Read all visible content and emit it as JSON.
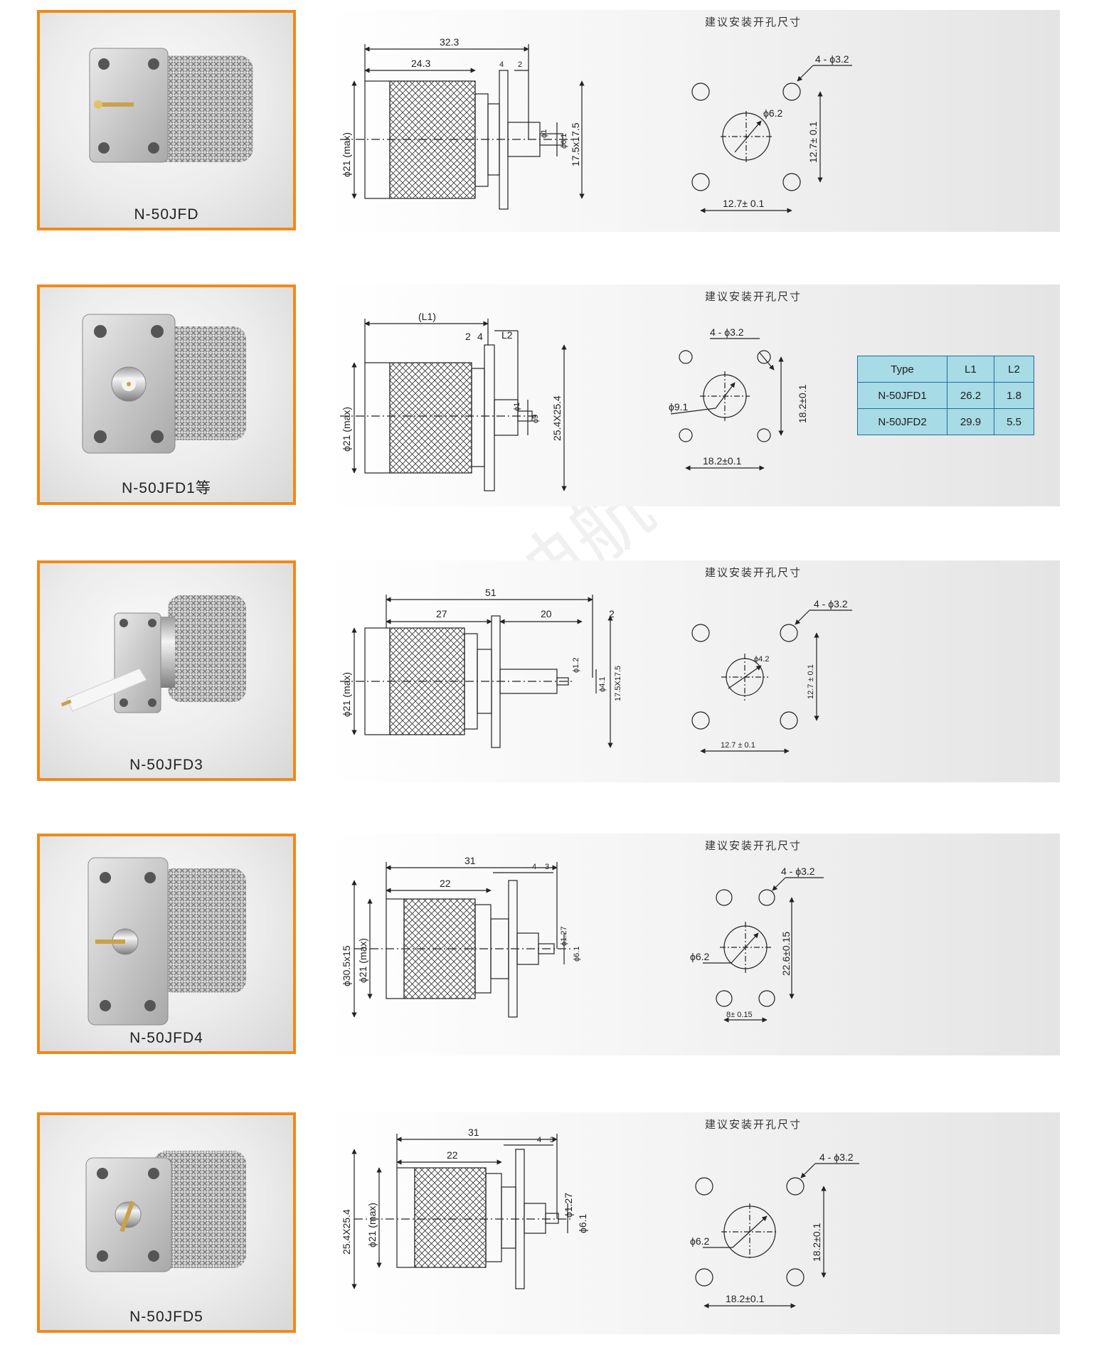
{
  "watermark": "西安迪航电子",
  "hole_title": "建议安装开孔尺寸",
  "products": [
    {
      "model": "N-50JFD",
      "dims": {
        "total": "32.3",
        "body": "24.3",
        "a": "4",
        "b": "2",
        "body_dia": "ϕ21 (max)",
        "pin_dia": "ϕ1",
        "insul_dia": "ϕ6.1",
        "flange": "17.5x17.5"
      },
      "holes": {
        "mount": "4 - ϕ3.2",
        "center": "ϕ6.2",
        "vertical": "12.7± 0.1",
        "horizontal": "12.7± 0.1"
      }
    },
    {
      "model": "N-50JFD1等",
      "dims": {
        "total": "(L1)",
        "a": "4",
        "b": "L2",
        "c": "2",
        "body_dia": "ϕ21 (max)",
        "pin_dia": "ϕ1",
        "insul_dia": "ϕ9",
        "flange": "25.4X25.4"
      },
      "holes": {
        "mount": "4 - ϕ3.2",
        "center": "ϕ9.1",
        "vertical": "18.2±0.1",
        "horizontal": "18.2±0.1"
      },
      "table": {
        "headers": [
          "Type",
          "L1",
          "L2"
        ],
        "rows": [
          [
            "N-50JFD1",
            "26.2",
            "1.8"
          ],
          [
            "N-50JFD2",
            "29.9",
            "5.5"
          ]
        ]
      }
    },
    {
      "model": "N-50JFD3",
      "dims": {
        "total": "51",
        "body": "27",
        "a": "20",
        "b": "2",
        "body_dia": "ϕ21 (max)",
        "pin_dia": "ϕ1.2",
        "insul_dia": "ϕ4.1",
        "flange": "17.5X17.5"
      },
      "holes": {
        "mount": "4 - ϕ3.2",
        "center": "ϕ4.2",
        "vertical": "12.7 ± 0.1",
        "horizontal": "12.7 ± 0.1"
      }
    },
    {
      "model": "N-50JFD4",
      "dims": {
        "total": "31",
        "body": "22",
        "a": "4",
        "b": "3",
        "body_dia": "ϕ21 (max)",
        "flange_dia": "ϕ30.5x15",
        "pin_dia": "ϕ1.27",
        "insul_dia": "ϕ6.1"
      },
      "holes": {
        "mount": "4 - ϕ3.2",
        "center": "ϕ6.2",
        "vertical": "22.6±0.15",
        "horizontal": "8± 0.15"
      }
    },
    {
      "model": "N-50JFD5",
      "dims": {
        "total": "31",
        "body": "22",
        "a": "4",
        "b": "3",
        "body_dia": "ϕ21 (max)",
        "flange": "25.4X25.4",
        "pin_dia": "ϕ1.27",
        "insul_dia": "ϕ6.1"
      },
      "holes": {
        "mount": "4 - ϕ3.2",
        "center": "ϕ6.2",
        "vertical": "18.2±0.1",
        "horizontal": "18.2±0.1"
      }
    }
  ]
}
